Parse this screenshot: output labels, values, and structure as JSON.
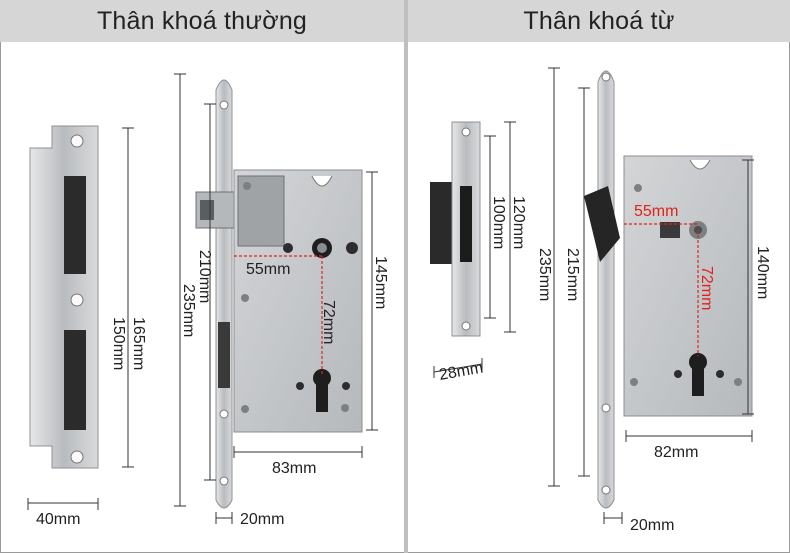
{
  "panels": {
    "left": {
      "title": "Thân khoá thường"
    },
    "right": {
      "title": "Thân khoá từ"
    }
  },
  "left_dims": {
    "strike_width": "40mm",
    "strike_height_outer": "165mm",
    "strike_height_inner": "150mm",
    "faceplate_height": "235mm",
    "body_height": "210mm",
    "backset": "55mm",
    "center_distance": "72mm",
    "case_height": "145mm",
    "case_width": "83mm",
    "faceplate_width": "20mm"
  },
  "right_dims": {
    "strike_height_outer": "120mm",
    "strike_height_inner": "100mm",
    "strike_depth": "28mm",
    "faceplate_height": "235mm",
    "body_height": "215mm",
    "backset": "55mm",
    "center_distance": "72mm",
    "case_height": "140mm",
    "case_width": "82mm",
    "faceplate_width": "20mm"
  },
  "colors": {
    "header_bg": "#d6d6d6",
    "divider": "#bfbfbf",
    "metal": "#c9cbcd",
    "red_dimension": "#e0241b"
  }
}
